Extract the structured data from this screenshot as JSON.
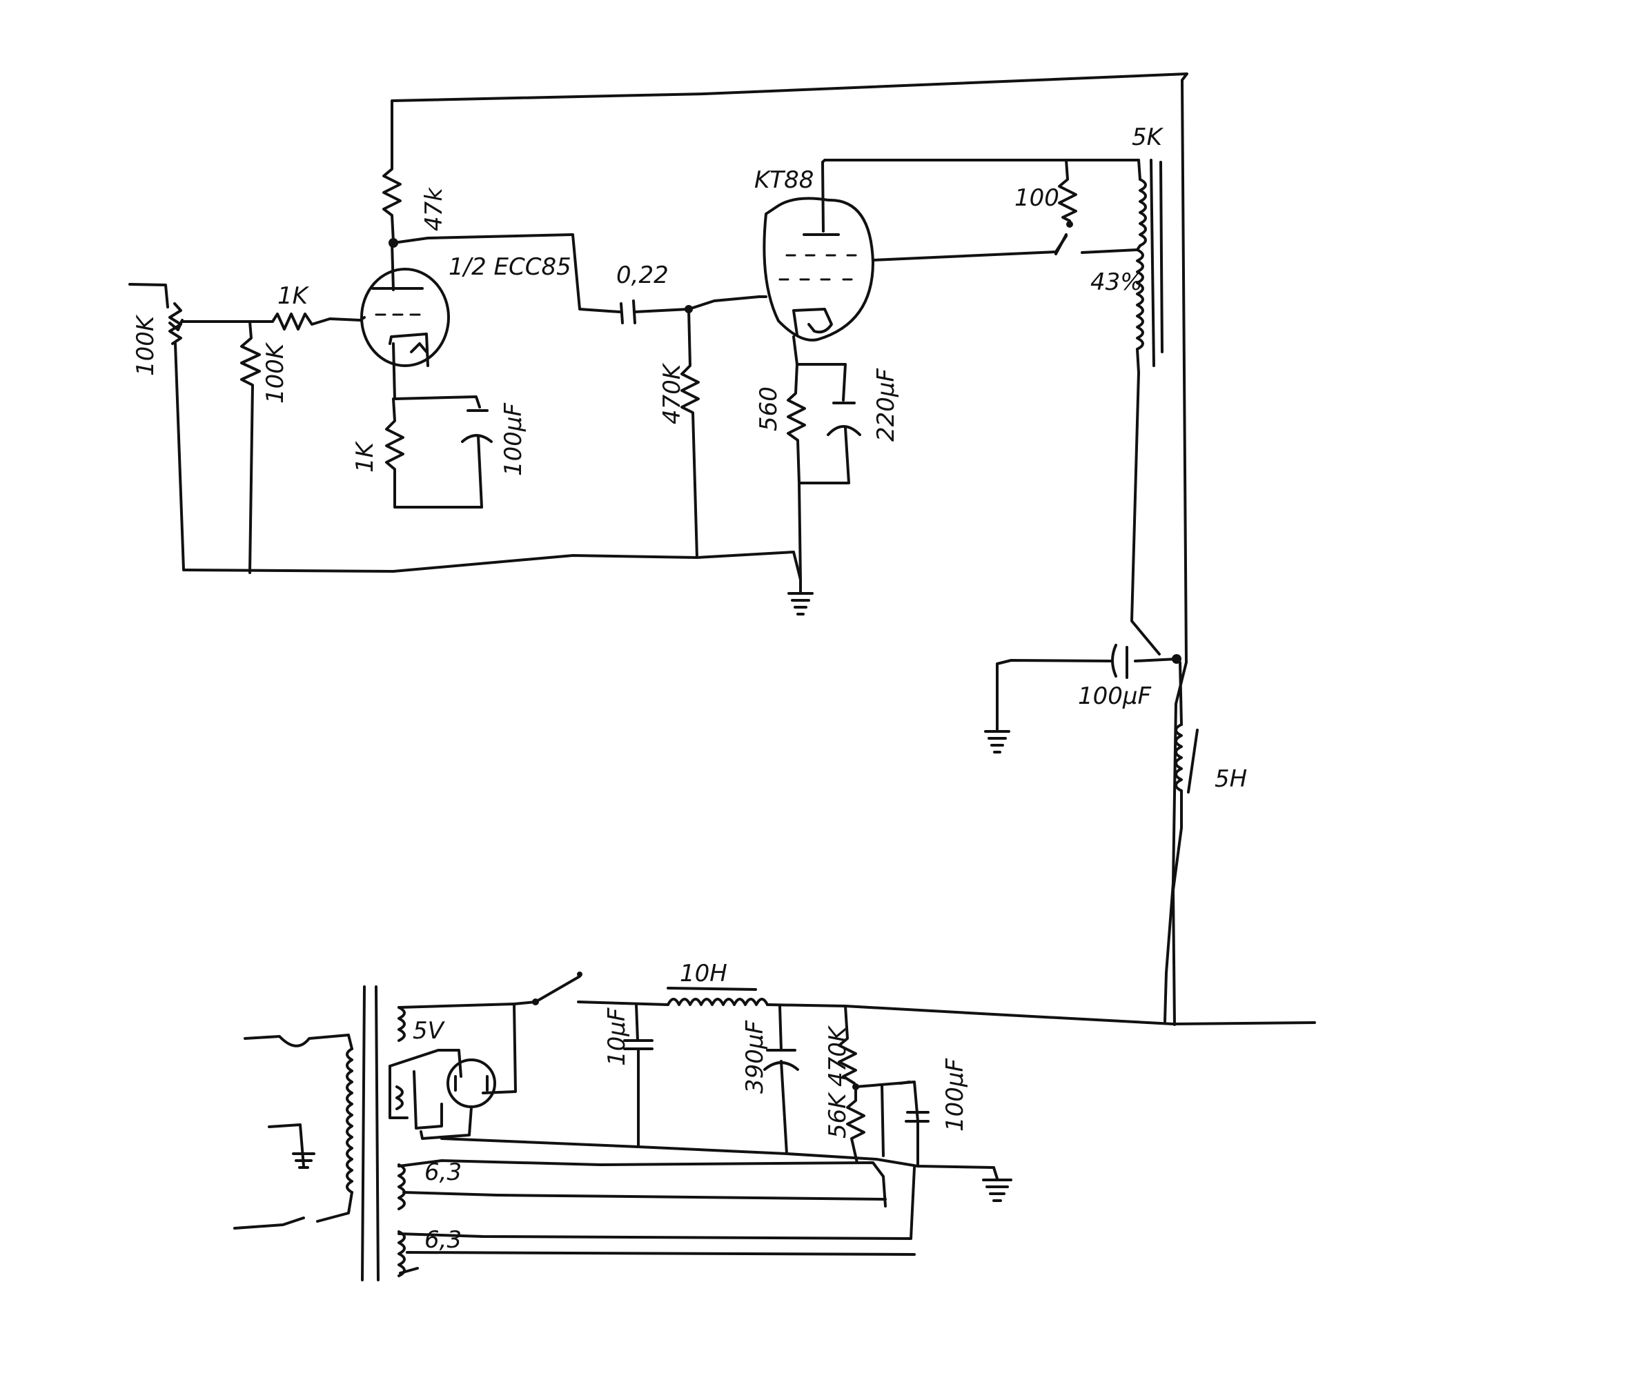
{
  "schematic": {
    "labels": {
      "r_plate_v1": "47k",
      "v1_tube": "1/2 ECC85",
      "coupling_cap": "0,22",
      "v2_tube": "KT88",
      "out_transformer": "5K",
      "r_g2": "100",
      "ul_tap": "43%",
      "volume_pot": "100K",
      "r_grid_stop": "1K",
      "r_grid_v1": "100K",
      "r_grid_v2": "470K",
      "r_cathode_v1": "1K",
      "c_cathode_v1": "100µF",
      "r_cathode_v2": "560",
      "c_cathode_v2": "220µF",
      "c_decouple": "100µF",
      "choke_5h": "5H",
      "choke_10h": "10H",
      "c_filter_1": "10µF",
      "c_filter_2": "390µF",
      "r_divider_top": "470K",
      "r_divider_bottom": "56K",
      "c_heater_ref": "100µF",
      "winding_5v": "5V",
      "winding_63a": "6,3",
      "winding_63b": "6,3"
    }
  }
}
